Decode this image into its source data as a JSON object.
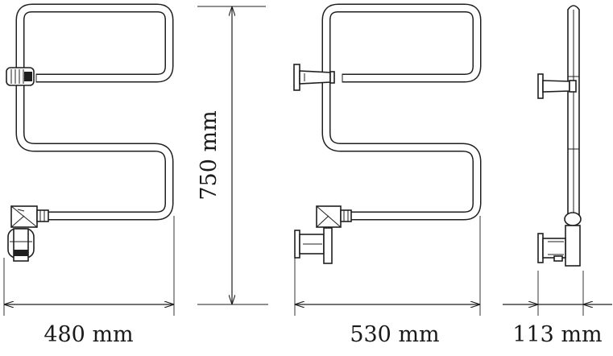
{
  "dimensions": {
    "height_label": "750 mm",
    "width_front_label": "480 mm",
    "width_top_label": "530 mm",
    "depth_label": "113 mm"
  }
}
